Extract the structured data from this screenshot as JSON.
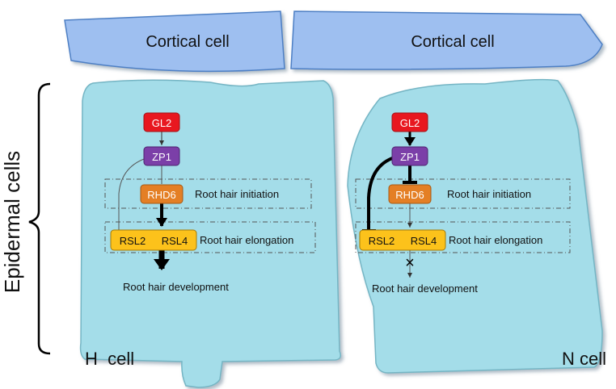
{
  "cortical": {
    "left_label": "Cortical cell",
    "right_label": "Cortical cell"
  },
  "epidermal_label": "Epidermal cells",
  "h_cell": {
    "name": "H  cell",
    "gl2": "GL2",
    "zp1": "ZP1",
    "rhd6": "RHD6",
    "rsl2": "RSL2",
    "rsl4": "RSL4",
    "initiation": "Root hair initiation",
    "elongation": "Root hair elongation",
    "development": "Root hair development"
  },
  "n_cell": {
    "name": "N cell",
    "gl2": "GL2",
    "zp1": "ZP1",
    "rhd6": "RHD6",
    "rsl2": "RSL2",
    "rsl4": "RSL4",
    "initiation": "Root hair initiation",
    "elongation": "Root hair elongation",
    "development": "Root hair development",
    "block_symbol": "×"
  },
  "colors": {
    "cortical_fill": "#9ebff0",
    "epidermal_fill": "#a4dde9",
    "gl2": "#e8171f",
    "zp1": "#7b3fa8",
    "rhd6": "#e47f25",
    "rsl": "#fcc21b"
  }
}
